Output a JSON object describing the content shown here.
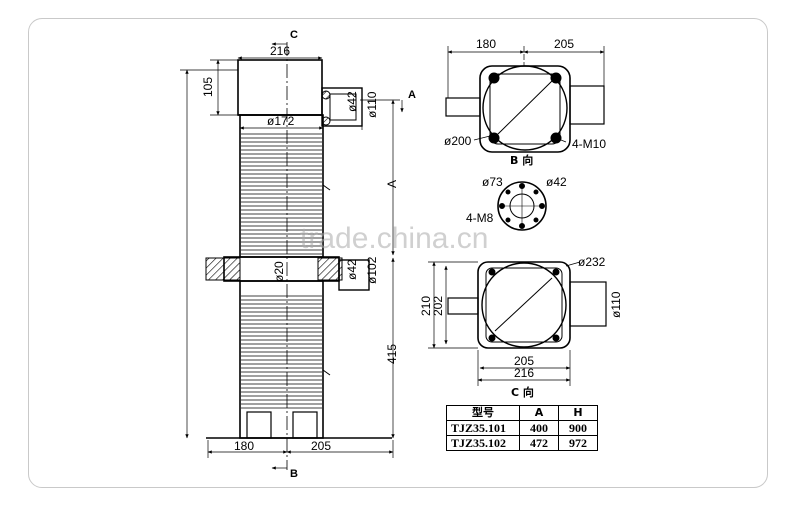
{
  "watermark": "trade.china.cn",
  "front_view": {
    "section_top": "C",
    "section_bottom": "B",
    "width_top": "216",
    "height_top": "105",
    "dia_172": "ø172",
    "dia_42_top": "ø42",
    "dia_110": "ø110",
    "arrow_a": "A",
    "dim_a": "A",
    "dia_20": "ø20",
    "dia_42_mid": "ø42",
    "dia_102": "ø102",
    "dim_415": "415",
    "base_left": "180",
    "base_right": "205"
  },
  "view_b": {
    "dim_left": "180",
    "dim_right": "205",
    "dia_200": "ø200",
    "bolts": "4-M10",
    "caption": "B 向"
  },
  "detail": {
    "dia_73": "ø73",
    "dia_42": "ø42",
    "bolts": "4-M8"
  },
  "view_c": {
    "dia_232": "ø232",
    "h_210": "210",
    "h_202": "202",
    "dia_110": "ø110",
    "w_205": "205",
    "w_216": "216",
    "caption": "C 向"
  },
  "table": {
    "headers": [
      "型号",
      "A",
      "H"
    ],
    "rows": [
      [
        "TJZ35.101",
        "400",
        "900"
      ],
      [
        "TJZ35.102",
        "472",
        "972"
      ]
    ]
  }
}
